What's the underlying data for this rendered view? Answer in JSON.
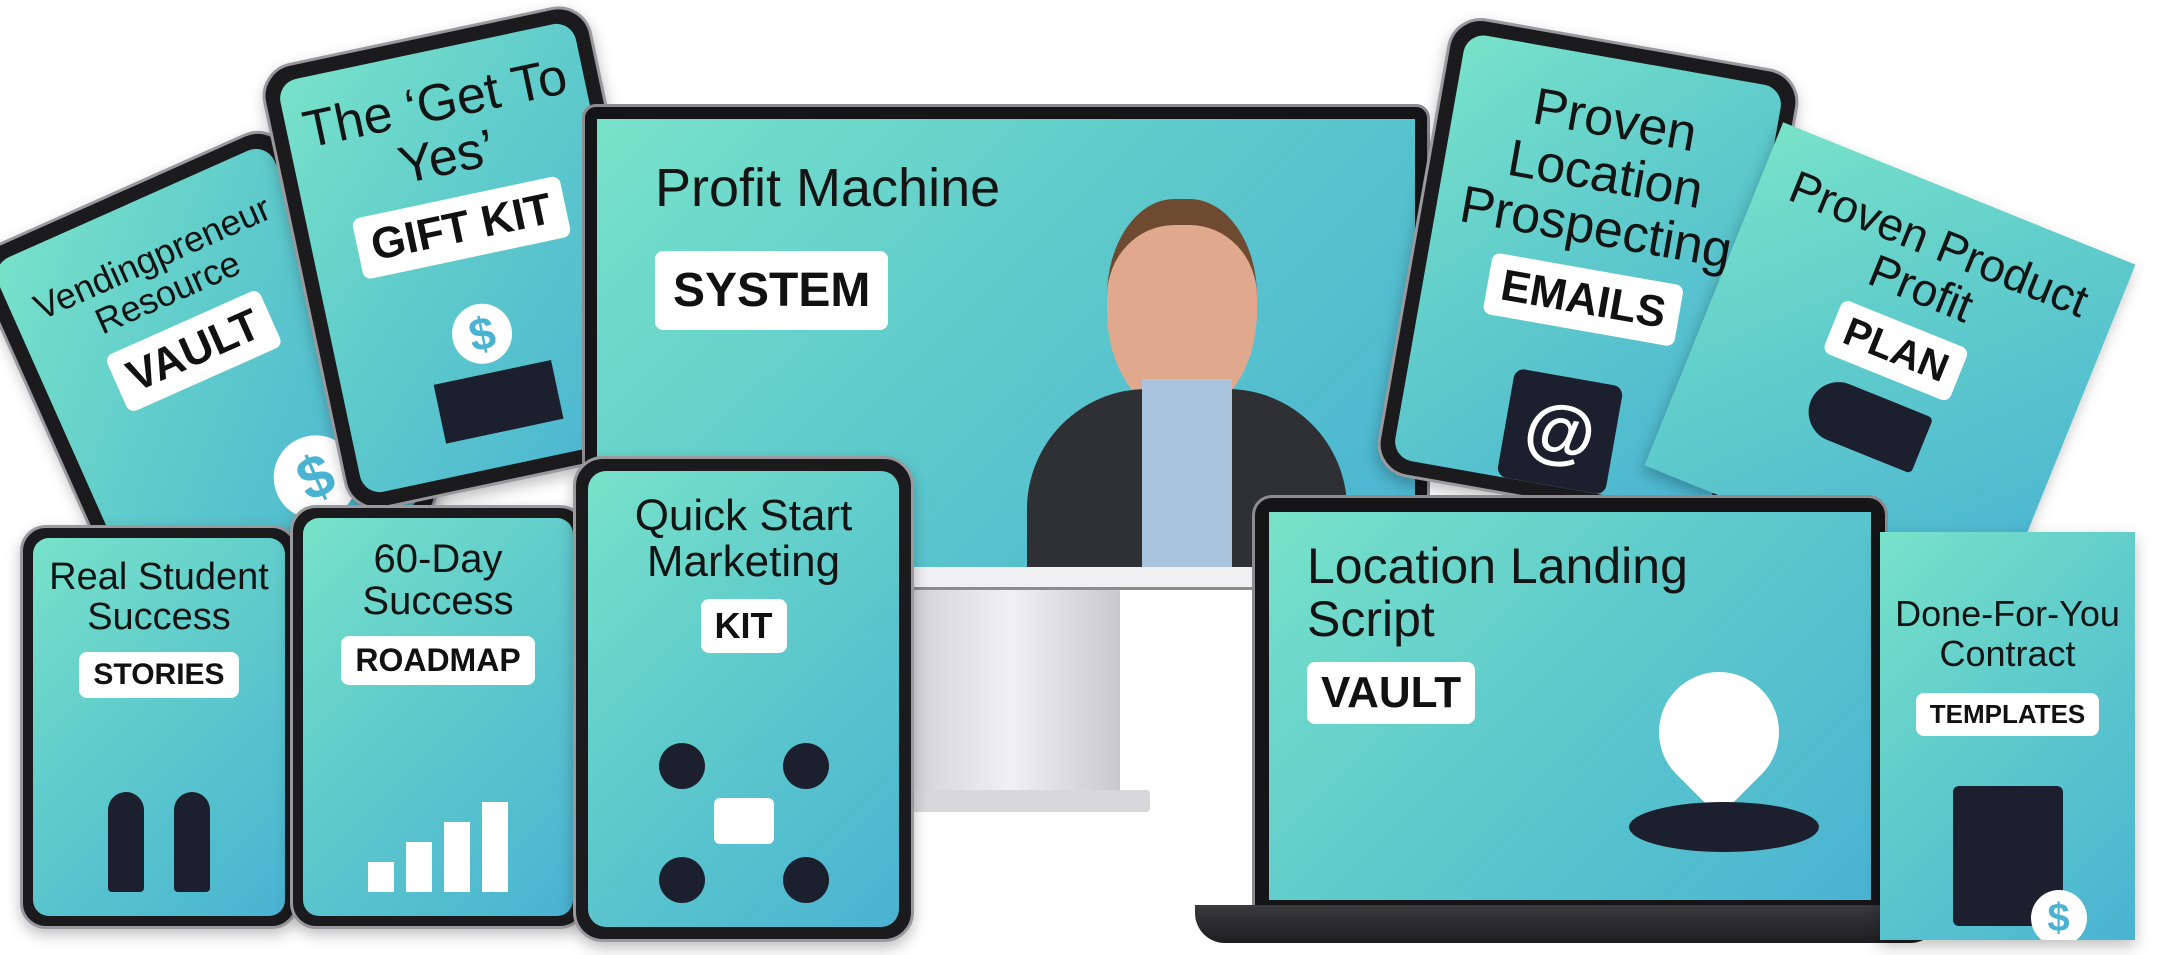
{
  "products": {
    "vault": {
      "title": "Vendingpreneur Resource",
      "tag": "VAULT",
      "icon": "dollar-coin-icon"
    },
    "gift": {
      "title": "The ‘Get To Yes’",
      "tag": "GIFT KIT",
      "icon": "gift-box-dollar-icon"
    },
    "system": {
      "title": "Profit Machine",
      "tag": "SYSTEM",
      "icon": "presenter-photo"
    },
    "emails": {
      "title": "Proven Location Prospecting",
      "tag": "EMAILS",
      "icon": "email-notebook-icon"
    },
    "plan": {
      "title": "Proven Product Profit",
      "tag": "PLAN",
      "icon": "rocket-icon"
    },
    "stories": {
      "title": "Real Student Success",
      "tag": "STORIES",
      "icon": "high-five-icon"
    },
    "roadmap": {
      "title": "60-Day Success",
      "tag": "ROADMAP",
      "icon": "growth-chart-icon"
    },
    "kit": {
      "title": "Quick Start Marketing",
      "tag": "KIT",
      "icon": "network-briefcase-icon"
    },
    "landing": {
      "title": "Location Landing Script",
      "tag": "VAULT",
      "icon": "map-pin-icon"
    },
    "templates": {
      "title": "Done-For-You Contract",
      "tag": "TEMPLATES",
      "icon": "document-dollar-icon"
    }
  },
  "colors": {
    "gradient_start": "#78e2c9",
    "gradient_end": "#4ab3d2",
    "bezel": "#1b1b1d",
    "icon": "#1c1f2e"
  }
}
